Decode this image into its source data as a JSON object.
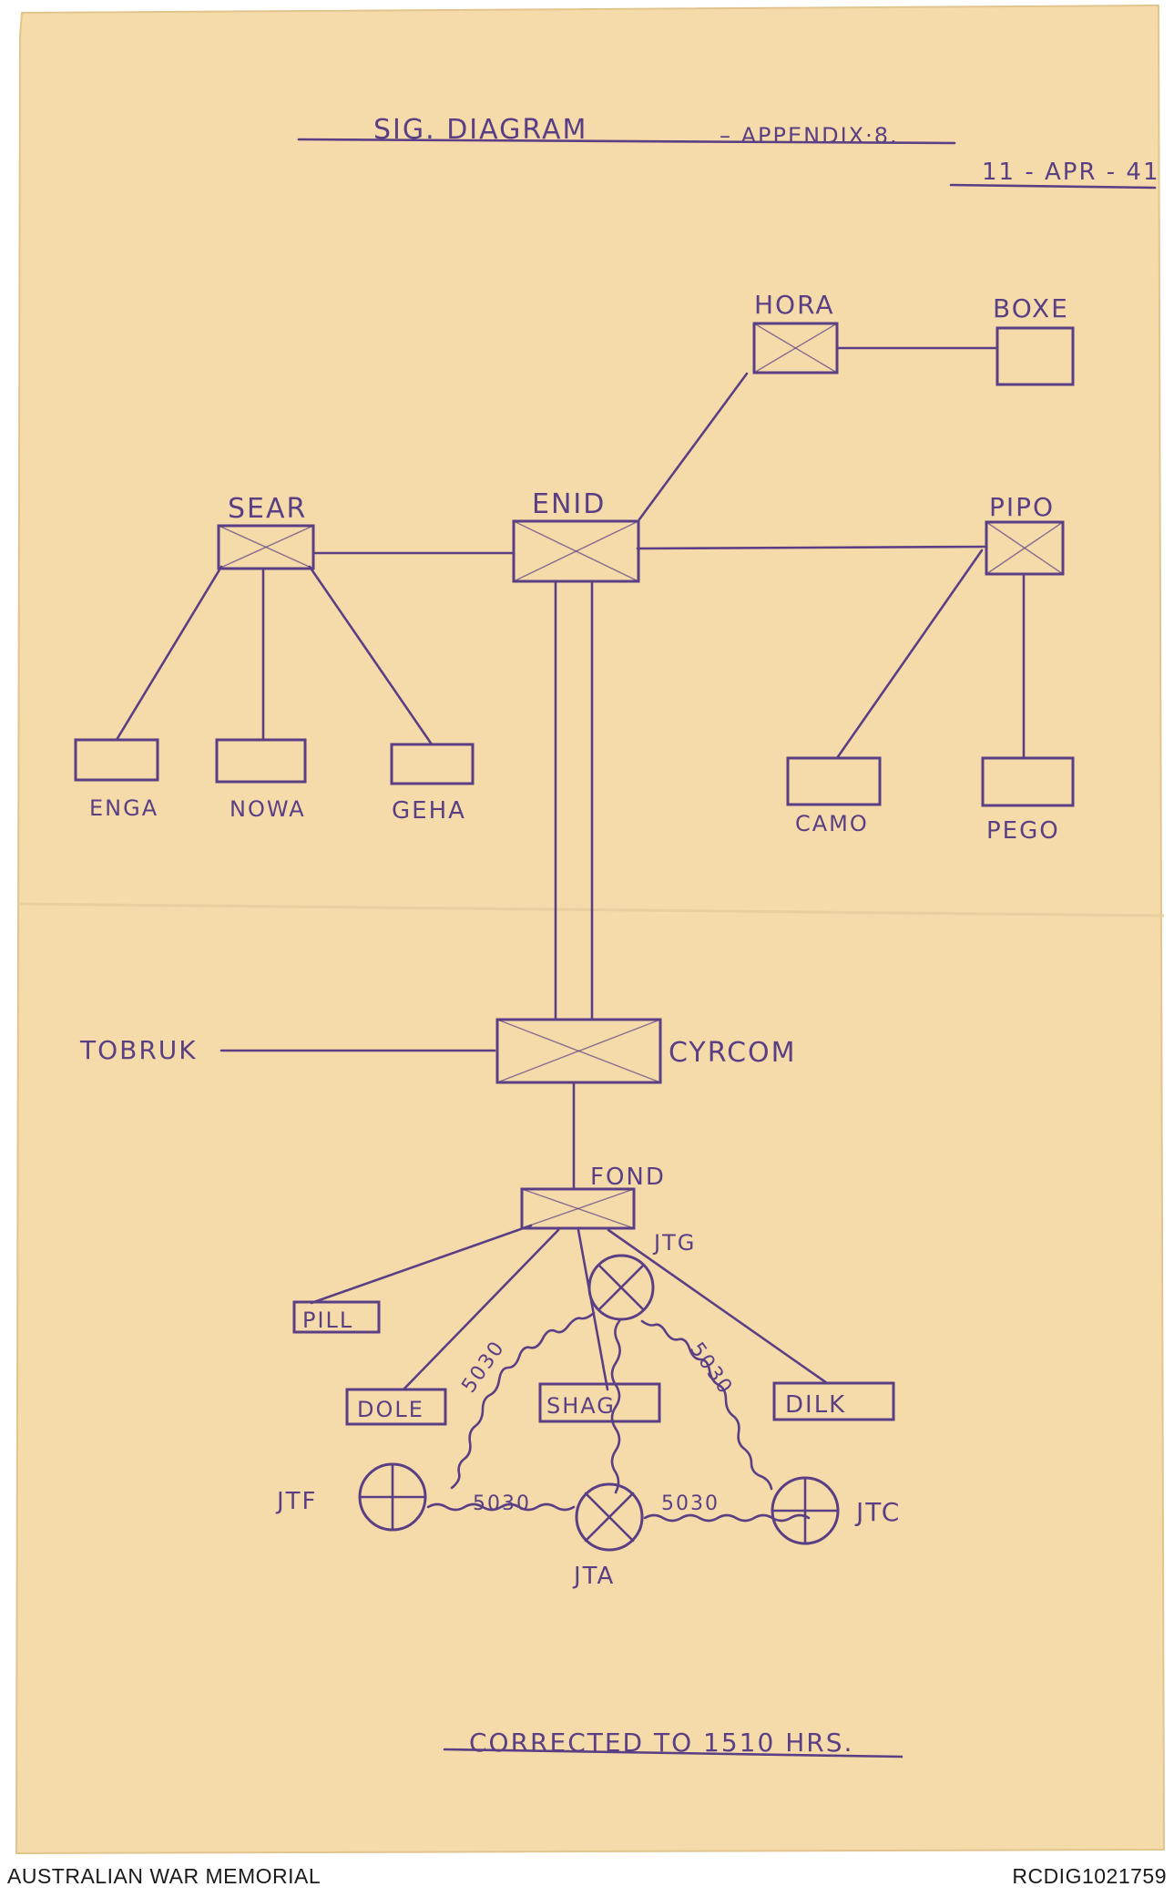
{
  "document": {
    "title": "SIG. DIAGRAM",
    "appendix": "– APPENDIX·8.",
    "date": "11 - APR - 41",
    "correction_note": "CORRECTED TO 1510 HRS."
  },
  "nodes": {
    "hora": "HORA",
    "boxe": "BOXE",
    "sear": "SEAR",
    "enid": "ENID",
    "pipo": "PIPO",
    "enga": "ENGA",
    "nowa": "NOWA",
    "geha": "GEHA",
    "camo": "CAMO",
    "pego": "PEGO",
    "tobruk": "TOBRUK",
    "cyrcom": "CYRCOM",
    "fond": "FOND",
    "jtg": "JTG",
    "pill": "PILL",
    "dole": "DOLE",
    "shag": "SHAG",
    "dilk": "DILK",
    "jtf": "JTF",
    "jta": "JTA",
    "jtc": "JTC"
  },
  "link_labels": {
    "jtg_jtf": "5030",
    "jtg_jtc": "5030",
    "jtf_jta": "5030",
    "jta_jtc": "5030"
  },
  "footer": {
    "left": "AUSTRALIAN WAR MEMORIAL",
    "right": "RCDIG1021759"
  },
  "colors": {
    "paper": "#f6dbaa",
    "ink": "#5a3f85"
  }
}
